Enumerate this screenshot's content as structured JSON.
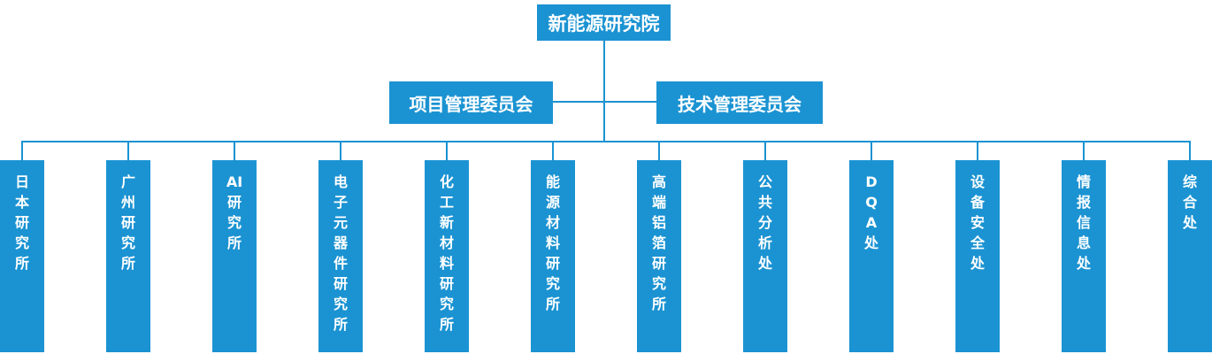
{
  "root": {
    "label": "新能源研究院"
  },
  "committees": [
    {
      "label": "项目管理委员会"
    },
    {
      "label": "技术管理委员会"
    }
  ],
  "departments": [
    {
      "label": "日本研究所",
      "lines": [
        "日",
        "本",
        "研",
        "究",
        "所"
      ]
    },
    {
      "label": "广州研究所",
      "lines": [
        "广",
        "州",
        "研",
        "究",
        "所"
      ]
    },
    {
      "label": "AI研究所",
      "lines": [
        "AI",
        "研",
        "究",
        "所"
      ]
    },
    {
      "label": "电子元器件研究所",
      "lines": [
        "电",
        "子",
        "元",
        "器",
        "件",
        "研",
        "究",
        "所"
      ]
    },
    {
      "label": "化工新材料研究所",
      "lines": [
        "化",
        "工",
        "新",
        "材",
        "料",
        "研",
        "究",
        "所"
      ]
    },
    {
      "label": "能源材料研究所",
      "lines": [
        "能",
        "源",
        "材",
        "料",
        "研",
        "究",
        "所"
      ]
    },
    {
      "label": "高端铝箔研究所",
      "lines": [
        "高",
        "端",
        "铝",
        "箔",
        "研",
        "究",
        "所"
      ]
    },
    {
      "label": "公共分析处",
      "lines": [
        "公",
        "共",
        "分",
        "析",
        "处"
      ]
    },
    {
      "label": "DQA处",
      "lines": [
        "D",
        "Q",
        "A",
        "处"
      ]
    },
    {
      "label": "设备安全处",
      "lines": [
        "设",
        "备",
        "安",
        "全",
        "处"
      ]
    },
    {
      "label": "情报信息处",
      "lines": [
        "情",
        "报",
        "信",
        "息",
        "处"
      ]
    },
    {
      "label": "综合处",
      "lines": [
        "综",
        "合",
        "处"
      ]
    }
  ],
  "colors": {
    "accent": "#1B93D2",
    "text": "#FFFFFF",
    "background": "#FFFFFF"
  }
}
